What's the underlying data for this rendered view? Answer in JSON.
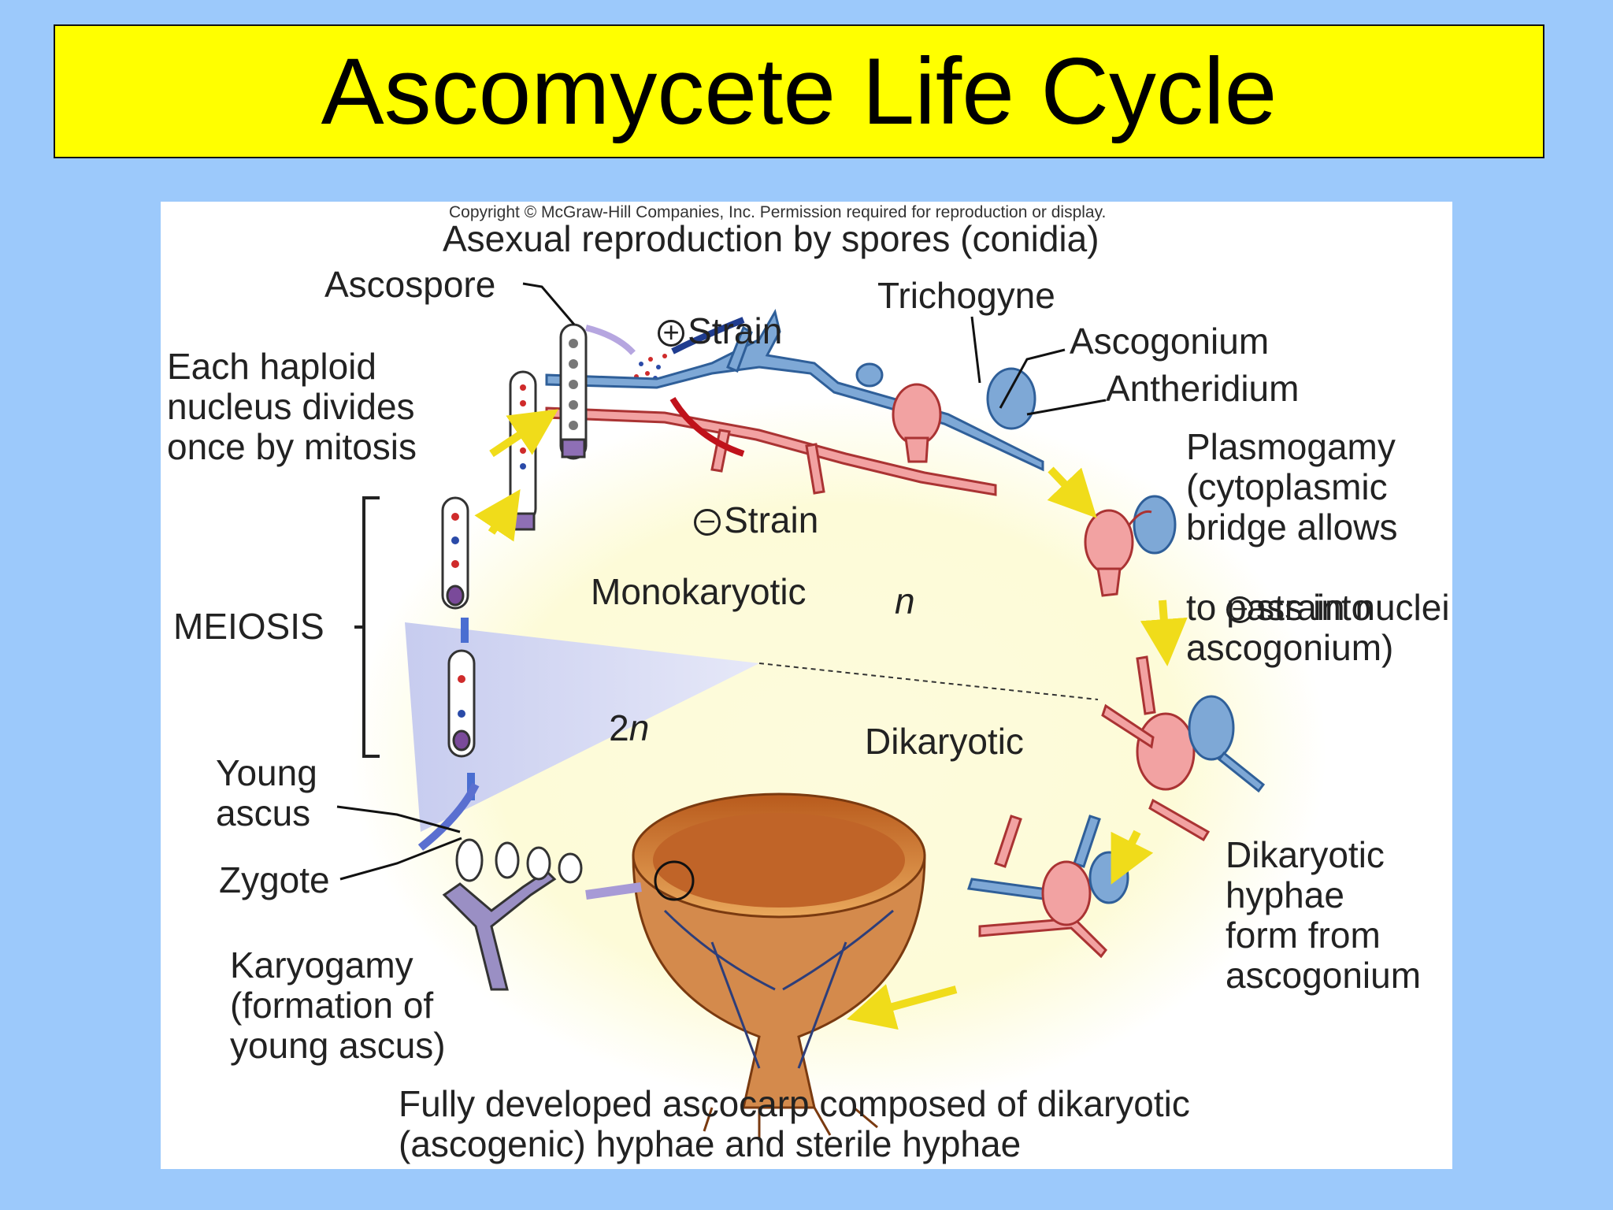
{
  "title": "Ascomycete Life Cycle",
  "diagram": {
    "copyright": "Copyright © McGraw-Hill Companies, Inc. Permission required for reproduction or display.",
    "asexual": "Asexual reproduction by spores (conidia)",
    "ascospore": "Ascospore",
    "plus_sign": "+",
    "plus_strain": "Strain",
    "minus_sign": "−",
    "minus_strain": "Strain",
    "trichogyne": "Trichogyne",
    "ascogonium": "Ascogonium",
    "antheridium": "Antheridium",
    "each_haploid": "Each haploid\nnucleus divides\nonce by mitosis",
    "plasmogamy_1": "Plasmogamy\n(cytoplasmic\nbridge allows",
    "plasmogamy_sign": "−",
    "plasmogamy_2": "strain nuclei",
    "plasmogamy_3": "to pass into\nascogonium)",
    "meiosis": "MEIOSIS",
    "monokaryotic": "Monokaryotic",
    "n": "n",
    "two": "2",
    "two_n": "n",
    "dikaryotic": "Dikaryotic",
    "young_ascus": "Young\nascus",
    "zygote": "Zygote",
    "karyogamy": "Karyogamy\n(formation of\nyoung ascus)",
    "dikaryotic_hyphae": "Dikaryotic\nhyphae\nform from\nascogonium",
    "fully_developed": "Fully developed ascocarp composed of dikaryotic\n(ascogenic) hyphae and sterile hyphae"
  },
  "colors": {
    "background": "#9cc9fb",
    "title_bar": "#ffff00",
    "haploid_region": "#fdfbd8",
    "diploid_wedge": "#d6d9f4",
    "plus_strain": "#6f9ccc",
    "minus_strain": "#e98f8f",
    "arrow_yellow": "#f0dc1a",
    "ascocarp": "#d4742c"
  }
}
